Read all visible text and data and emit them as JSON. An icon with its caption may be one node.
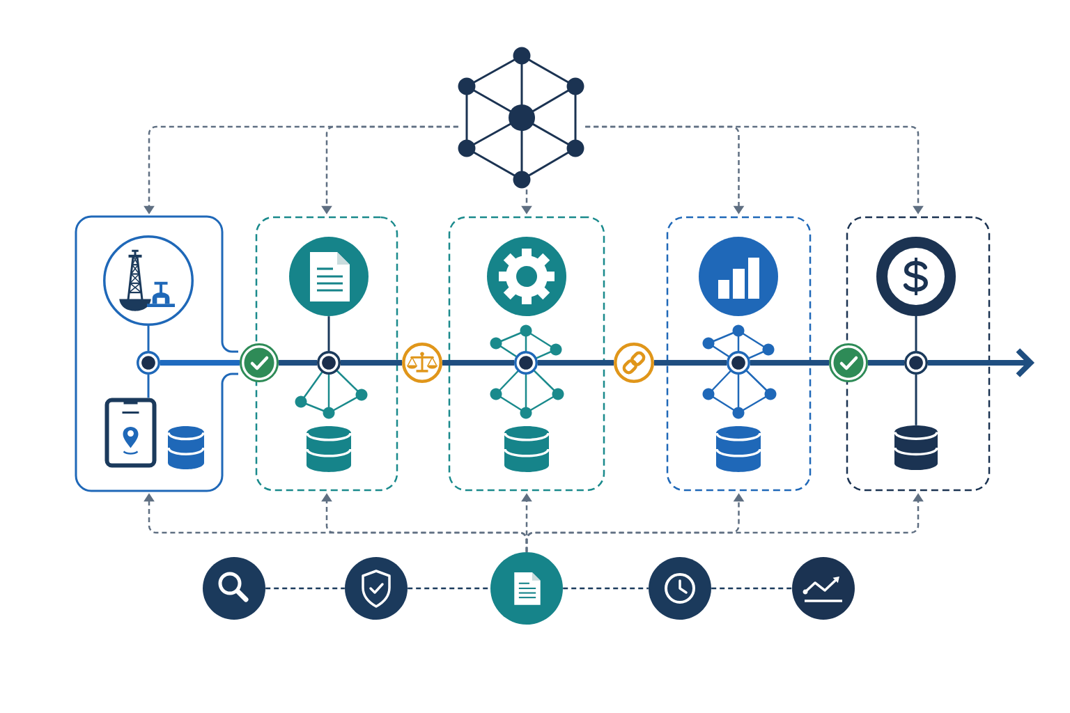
{
  "diagram": {
    "nodes": [
      {
        "text": [],
        "shape": "picture"
      },
      {
        "text": [],
        "shape": "box"
      },
      {
        "text": [],
        "shape": "circle",
        "in": 1
      },
      {
        "text": [],
        "shape": "circle",
        "in": 1
      },
      {
        "text": [],
        "shape": "picture",
        "in": 1
      },
      {
        "text": [],
        "shape": "cylinder",
        "in": 1
      },
      {
        "text": [],
        "shape": "circle"
      },
      {
        "text": [],
        "shape": "box"
      },
      {
        "text": [],
        "shape": "circle",
        "in": 7
      },
      {
        "text": [],
        "shape": "circle",
        "in": 7
      },
      {
        "text": [],
        "shape": "cylinder",
        "in": 7
      },
      {
        "text": [],
        "shape": "circle"
      },
      {
        "text": [],
        "shape": "box"
      },
      {
        "text": [],
        "shape": "circle",
        "in": 12
      },
      {
        "text": [],
        "shape": "circle",
        "in": 12
      },
      {
        "text": [],
        "shape": "cylinder",
        "in": 12
      },
      {
        "text": [],
        "shape": "circle"
      },
      {
        "text": [],
        "shape": "box"
      },
      {
        "text": [],
        "shape": "circle",
        "in": 17
      },
      {
        "text": [],
        "shape": "circle",
        "in": 17
      },
      {
        "text": [],
        "shape": "cylinder",
        "in": 17
      },
      {
        "text": [],
        "shape": "circle"
      },
      {
        "text": [],
        "shape": "box"
      },
      {
        "text": [],
        "shape": "circle",
        "in": 22
      },
      {
        "text": [],
        "shape": "circle",
        "in": 22
      },
      {
        "text": [],
        "shape": "cylinder",
        "in": 22
      },
      {
        "text": [],
        "shape": "circle"
      },
      {
        "text": [],
        "shape": "circle"
      },
      {
        "text": [],
        "shape": "circle"
      },
      {
        "text": [],
        "shape": "circle"
      },
      {
        "text": [],
        "shape": "circle"
      }
    ],
    "edges": [
      {
        "from": 0,
        "to": 1,
        "arrow": "to",
        "style": "dashed"
      },
      {
        "from": 0,
        "to": 7,
        "arrow": "to",
        "style": "dashed"
      },
      {
        "from": 0,
        "to": 12,
        "arrow": "to",
        "style": "dashed"
      },
      {
        "from": 0,
        "to": 17,
        "arrow": "to",
        "style": "dashed"
      },
      {
        "from": 0,
        "to": 22,
        "arrow": "to",
        "style": "dashed"
      },
      {
        "from": 28,
        "to": 1,
        "arrow": "to",
        "style": "dashed"
      },
      {
        "from": 28,
        "to": 7,
        "arrow": "to",
        "style": "dashed"
      },
      {
        "from": 28,
        "to": 12,
        "arrow": "to",
        "style": "dashed"
      },
      {
        "from": 28,
        "to": 17,
        "arrow": "to",
        "style": "dashed"
      },
      {
        "from": 28,
        "to": 22,
        "arrow": "to",
        "style": "dashed"
      },
      {
        "from": 26,
        "to": 27,
        "arrow": "none",
        "style": "dashed",
        "color": "#1b3a5c"
      },
      {
        "from": 27,
        "to": 28,
        "arrow": "none",
        "style": "dashed",
        "color": "#1b3a5c"
      },
      {
        "from": 28,
        "to": 29,
        "arrow": "none",
        "style": "dashed",
        "color": "#1b3a5c"
      },
      {
        "from": 29,
        "to": 30,
        "arrow": "none",
        "style": "dashed",
        "color": "#1b3a5c"
      },
      {
        "from": 2,
        "to": 3,
        "arrow": "none",
        "color": "#1f68b8"
      },
      {
        "from": 3,
        "to": 4,
        "arrow": "none",
        "color": "#1f68b8"
      },
      {
        "from": 8,
        "to": 9,
        "arrow": "none",
        "color": "#1b3a5c"
      },
      {
        "from": 23,
        "to": 24,
        "arrow": "none",
        "color": "#1b3a5c"
      },
      {
        "from": 24,
        "to": 25,
        "arrow": "none",
        "color": "#1b3a5c"
      },
      {
        "from": 3,
        "to": 6,
        "arrow": "none",
        "style": "thick",
        "color": "#1f6bbf"
      },
      {
        "from": 6,
        "to": 9,
        "arrow": "none",
        "style": "thick",
        "color": "#1f4e80"
      },
      {
        "from": 9,
        "to": 11,
        "arrow": "none",
        "style": "thick",
        "color": "#1f4e80"
      },
      {
        "from": 11,
        "to": 14,
        "arrow": "none",
        "style": "thick",
        "color": "#1f4e80"
      },
      {
        "from": 14,
        "to": 16,
        "arrow": "none",
        "style": "thick",
        "color": "#1f4e80"
      },
      {
        "from": 16,
        "to": 19,
        "arrow": "none",
        "style": "thick",
        "color": "#1f4e80"
      },
      {
        "from": 19,
        "to": 21,
        "arrow": "none",
        "style": "thick",
        "color": "#1f4e80"
      },
      {
        "from": 21,
        "to": 24,
        "arrow": "none",
        "style": "thick",
        "color": "#1f4e80"
      },
      {
        "from": 24,
        "to": null,
        "arrow": "to",
        "style": "thick",
        "color": "#1f4e80"
      }
    ]
  }
}
